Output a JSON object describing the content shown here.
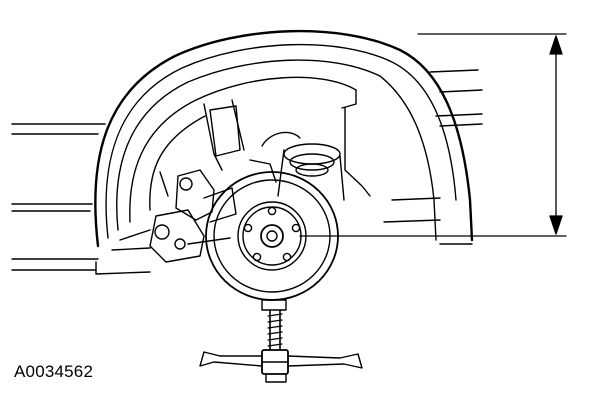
{
  "figure": {
    "id_label": "A0034562",
    "subject": "wheel-hub-and-brake-disc-on-jack-stand",
    "line_color": "#000000",
    "background": "#ffffff",
    "measurement": "vertical-dimension-from-wheel-centerline-to-wheel-arch-top"
  }
}
